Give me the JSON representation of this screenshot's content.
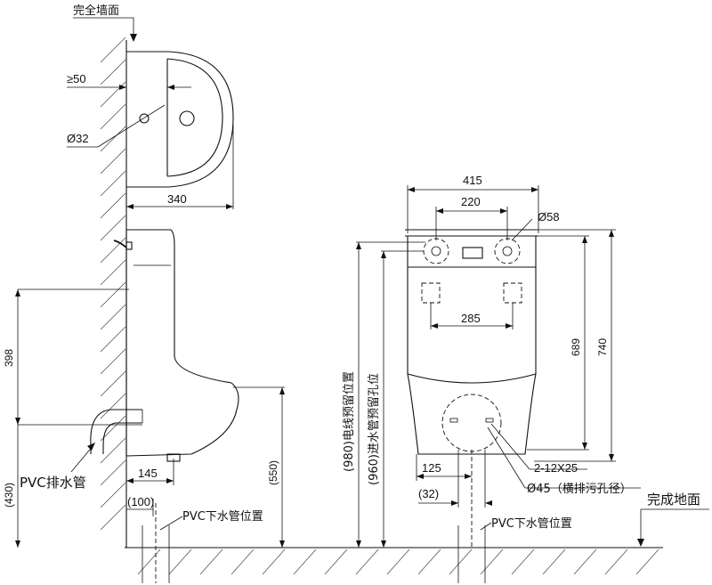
{
  "labels": {
    "finished_wall": "完全墙面",
    "finished_floor": "完成地面",
    "pvc_drain_pipe": "PVC排水管",
    "pvc_downpipe_left": "PVC下水管位置",
    "pvc_downpipe_right": "PVC下水管位置",
    "power_reserve": "(980)电线预留位置",
    "water_inlet_reserve": "(960)进水管预留孔位",
    "side_hole_45": "Ø45（横排污孔径）"
  },
  "dimensions": {
    "min_gap": "≥50",
    "dia_32": "Ø32",
    "depth_340": "340",
    "h_398": "398",
    "h_430": "(430)",
    "h_550": "(550)",
    "w_145": "145",
    "w_100": "(100)",
    "width_415": "415",
    "width_220": "220",
    "dia_58": "Ø58",
    "width_285": "285",
    "h_689": "689",
    "h_740": "740",
    "w_125": "125",
    "holes_2_12x25": "2-12X25",
    "w_32": "(32)"
  }
}
